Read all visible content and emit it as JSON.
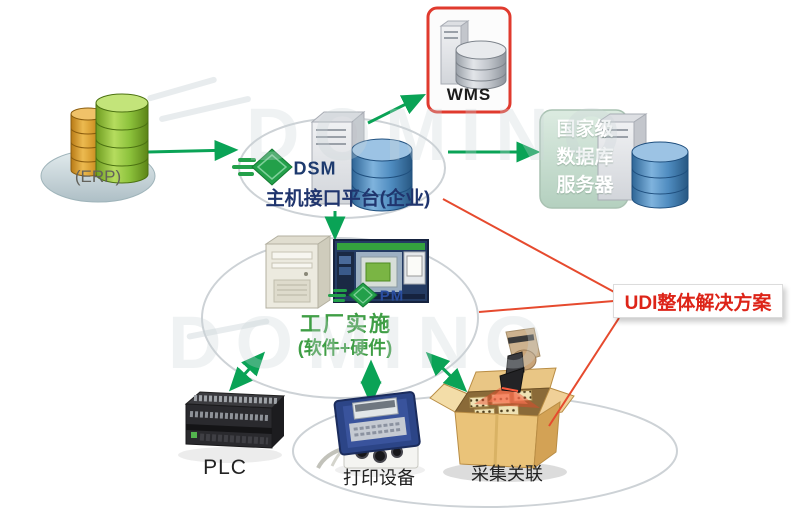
{
  "diagram": {
    "watermark": "DOMINO",
    "badge": {
      "label": "UDI整体解决方案",
      "text_color": "#dd2418"
    },
    "nodes": {
      "erp": {
        "label": "(ERP)",
        "icon": "database-cylinders-icon"
      },
      "dsm": {
        "logo": "DSM",
        "label": "主机接口平台(企业)",
        "icon": "server-database-icon"
      },
      "wms": {
        "label": "WMS",
        "icon": "server-database-icon"
      },
      "national_db": {
        "line1": "国家级",
        "line2": "数据库",
        "line3": "服务器",
        "icon": "server-database-icon"
      },
      "factory": {
        "logo": "PM",
        "line1": "工厂实施",
        "line2": "(软件+硬件)",
        "icon": "workstation-monitor-icon"
      },
      "plc": {
        "label": "PLC",
        "icon": "plc-controller-icon"
      },
      "printer": {
        "label": "打印设备",
        "icon": "inkjet-printer-icon"
      },
      "collection": {
        "label": "采集关联",
        "icon": "barcode-scanner-box-icon"
      }
    },
    "edges": [
      {
        "from": "erp",
        "to": "dsm",
        "style": "green-arrow"
      },
      {
        "from": "dsm",
        "to": "wms",
        "style": "green-arrow"
      },
      {
        "from": "dsm",
        "to": "national_db",
        "style": "green-arrow"
      },
      {
        "from": "dsm",
        "to": "factory",
        "style": "green-arrow"
      },
      {
        "from": "factory",
        "to": "plc",
        "style": "green-double-arrow"
      },
      {
        "from": "factory",
        "to": "printer",
        "style": "green-double-arrow"
      },
      {
        "from": "factory",
        "to": "collection",
        "style": "green-double-arrow"
      },
      {
        "from": "dsm",
        "to": "badge",
        "style": "red-line"
      },
      {
        "from": "factory",
        "to": "badge",
        "style": "red-line"
      },
      {
        "from": "collection",
        "to": "badge",
        "style": "red-line"
      }
    ],
    "colors": {
      "arrow_green": "#0aa356",
      "line_red": "#e64a2e",
      "badge_red": "#dd2418",
      "platform_navy": "#20356e",
      "factory_green": "#3f9e45",
      "wms_border_red": "#e03a2e",
      "national_db_fill": "#c6dccd",
      "logo_green": "#23a04a"
    }
  }
}
